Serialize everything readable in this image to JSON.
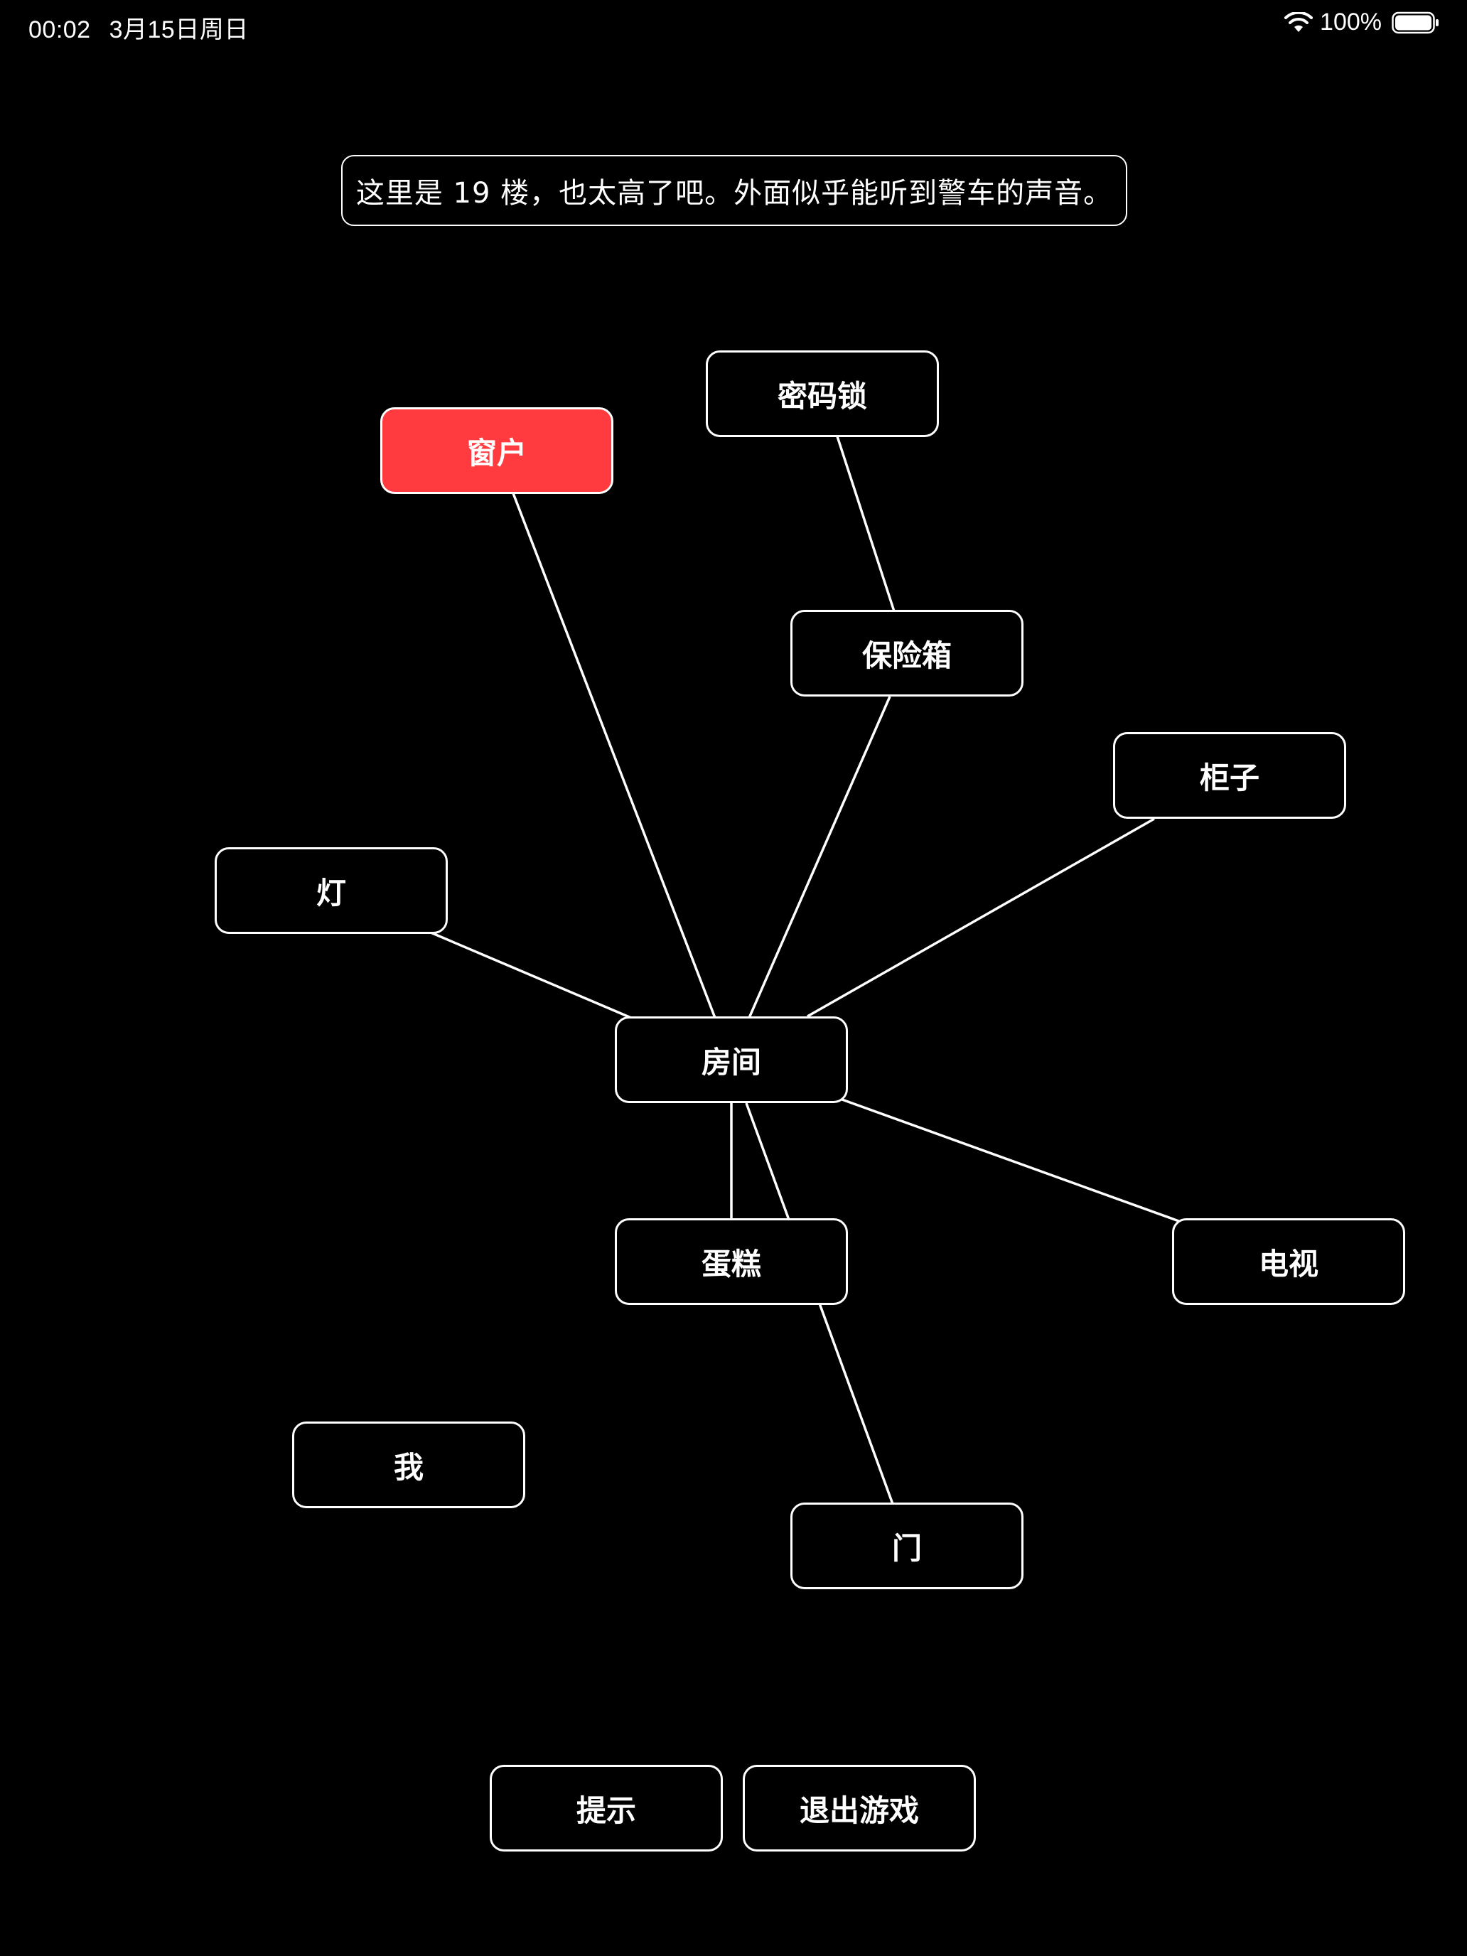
{
  "status_bar": {
    "time": "00:02",
    "date": "3月15日周日",
    "battery": "100%"
  },
  "message": "这里是 19 楼，也太高了吧。外面似乎能听到警车的声音。",
  "colors": {
    "background": "#000000",
    "node_border": "#ffffff",
    "active_node": "#ff3b3f"
  },
  "nodes": {
    "window": "窗户",
    "lock": "密码锁",
    "safe": "保险箱",
    "cabinet": "柜子",
    "lamp": "灯",
    "room": "房间",
    "cake": "蛋糕",
    "tv": "电视",
    "me": "我",
    "door": "门"
  },
  "active_node": "窗户",
  "buttons": {
    "hint": "提示",
    "quit": "退出游戏"
  }
}
